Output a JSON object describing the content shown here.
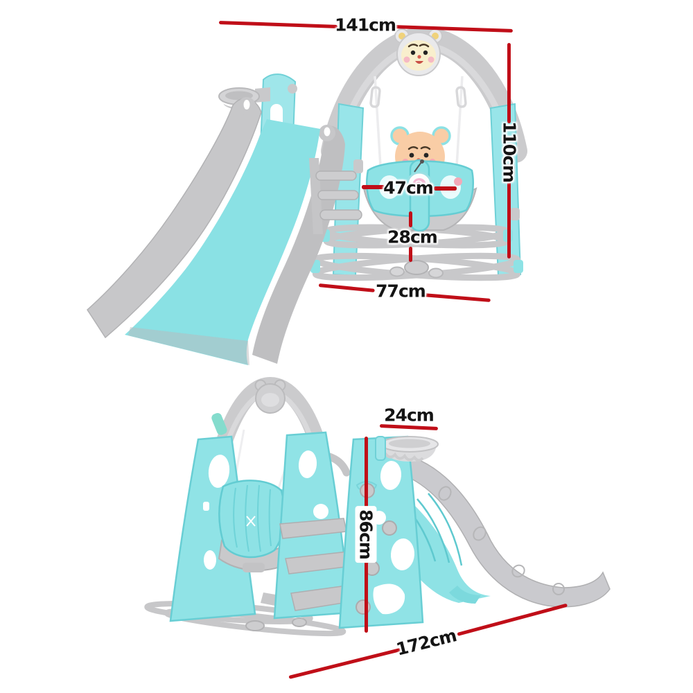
{
  "colors": {
    "dimension_red": "#c00e18",
    "label_text": "#141414",
    "teal": "#8de2e5",
    "teal_light": "#9fe6ea",
    "teal_dark": "#68ced4",
    "gray": "#c9c9cb",
    "gray_dark": "#b1b1b3",
    "bear_cream": "#f9efcd",
    "bear_peach": "#f9cda6",
    "cheek_pink": "#f5a7b4",
    "background": "#ffffff"
  },
  "dims": {
    "front": {
      "width": "141cm",
      "height": "110cm",
      "seat_width": "47cm",
      "seat_clearance": "28cm",
      "base_depth": "77cm"
    },
    "rear": {
      "platform_depth": "24cm",
      "ladder_height": "86cm",
      "overall_length": "172cm"
    }
  }
}
